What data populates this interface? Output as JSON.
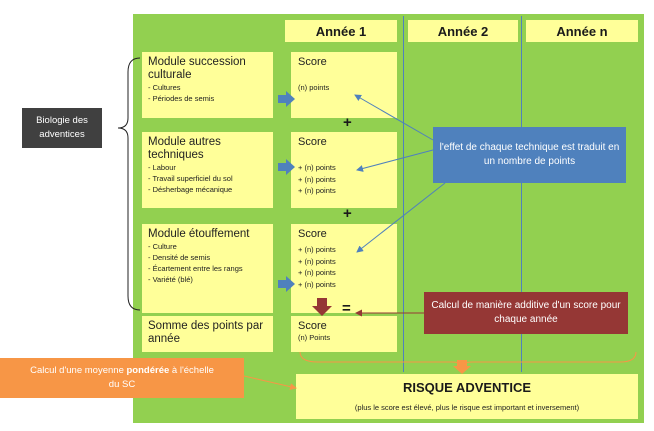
{
  "headers": [
    "Année 1",
    "Année 2",
    "Année n"
  ],
  "side_label": "Biologie des adventices",
  "modules": [
    {
      "title": "Module succession culturale",
      "items": [
        "- Cultures",
        "- Périodes de semis"
      ],
      "score_label": "Score",
      "points": [
        "(n) points"
      ]
    },
    {
      "title": "Module autres techniques",
      "items": [
        "- Labour",
        "- Travail superficiel du sol",
        "- Désherbage mécanique"
      ],
      "score_label": "Score",
      "points": [
        "+ (n) points",
        "+ (n) points",
        "+ (n) points"
      ]
    },
    {
      "title": "Module étouffement",
      "items": [
        "- Culture",
        "- Densité de semis",
        "- Écartement entre les rangs",
        "- Variété (blé)"
      ],
      "score_label": "Score",
      "points": [
        "+ (n) points",
        "+ (n) points",
        "+ (n) points",
        "+ (n) points"
      ]
    }
  ],
  "sum_row": {
    "title": "Somme des points par année",
    "score_label": "Score",
    "points": "(n) Points"
  },
  "plus_sign": "+",
  "equals_sign": "=",
  "blue_callout": "l'effet de chaque technique est traduit en un nombre de points",
  "red_callout": "Calcul de manière additive d'un score pour chaque année",
  "orange_callout": {
    "prefix": "Calcul d'une moyenne ",
    "bold": "pondérée",
    "suffix": " à l'échelle du SC"
  },
  "risk": {
    "title": "RISQUE ADVENTICE",
    "subtitle": "(plus le score est élevé, plus le risque est important et inversement)"
  },
  "colors": {
    "panel": "#92d050",
    "box": "#ffff99",
    "blue": "#4f81bd",
    "red": "#953735",
    "orange": "#f79646",
    "dark": "#404040"
  }
}
